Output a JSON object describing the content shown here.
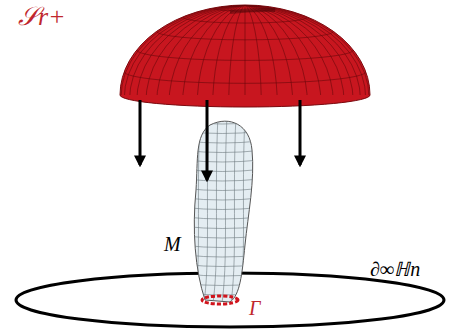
{
  "diagram": {
    "labels": [
      "𝒮r+",
      "M",
      "∂∞ℍn",
      "Γ"
    ]
  }
}
